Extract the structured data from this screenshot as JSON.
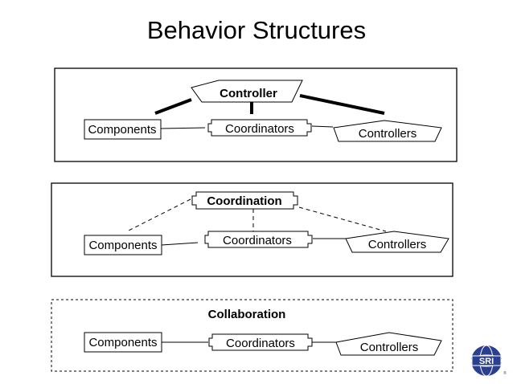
{
  "title": "Behavior Structures",
  "panels": [
    {
      "style": "solid",
      "header": "Controller",
      "header_shape": "pentagon",
      "components": "Components",
      "coordinators": "Coordinators",
      "controllers": "Controllers"
    },
    {
      "style": "solid",
      "header": "Coordination",
      "header_shape": "notched-box",
      "components": "Components",
      "coordinators": "Coordinators",
      "controllers": "Controllers"
    },
    {
      "style": "dashed",
      "header": "Collaboration",
      "header_shape": "text",
      "components": "Components",
      "coordinators": "Coordinators",
      "controllers": "Controllers"
    }
  ],
  "logo": {
    "text": "SRI",
    "color": "#2a3f8f"
  }
}
